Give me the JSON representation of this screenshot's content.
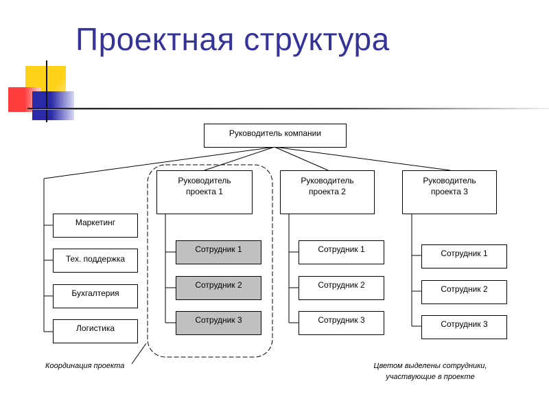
{
  "title": "Проектная структура",
  "colors": {
    "title": "#333399",
    "deco_yellow": "#ffd21a",
    "deco_red": "#ff3b3b",
    "deco_blue": "#2a2aa8",
    "shaded_box": "#c0c0c0"
  },
  "diagram": {
    "ceo": "Руководитель компании",
    "pm1": [
      "Руководитель",
      "проекта 1"
    ],
    "pm2": [
      "Руководитель",
      "проекта 2"
    ],
    "pm3": [
      "Руководитель",
      "проекта 3"
    ],
    "departments": [
      "Маркетинг",
      "Тех. поддержка",
      "Бухгалтерия",
      "Логистика"
    ],
    "team1": [
      "Сотрудник 1",
      "Сотрудник 2",
      "Сотрудник 3"
    ],
    "team2": [
      "Сотрудник 1",
      "Сотрудник 2",
      "Сотрудник 3"
    ],
    "team3": [
      "Сотрудник 1",
      "Сотрудник 2",
      "Сотрудник 3"
    ]
  },
  "captions": {
    "coordination": "Координация проекта",
    "legend_line1": "Цветом выделены сотрудники,",
    "legend_line2": "участвующие в проекте"
  }
}
